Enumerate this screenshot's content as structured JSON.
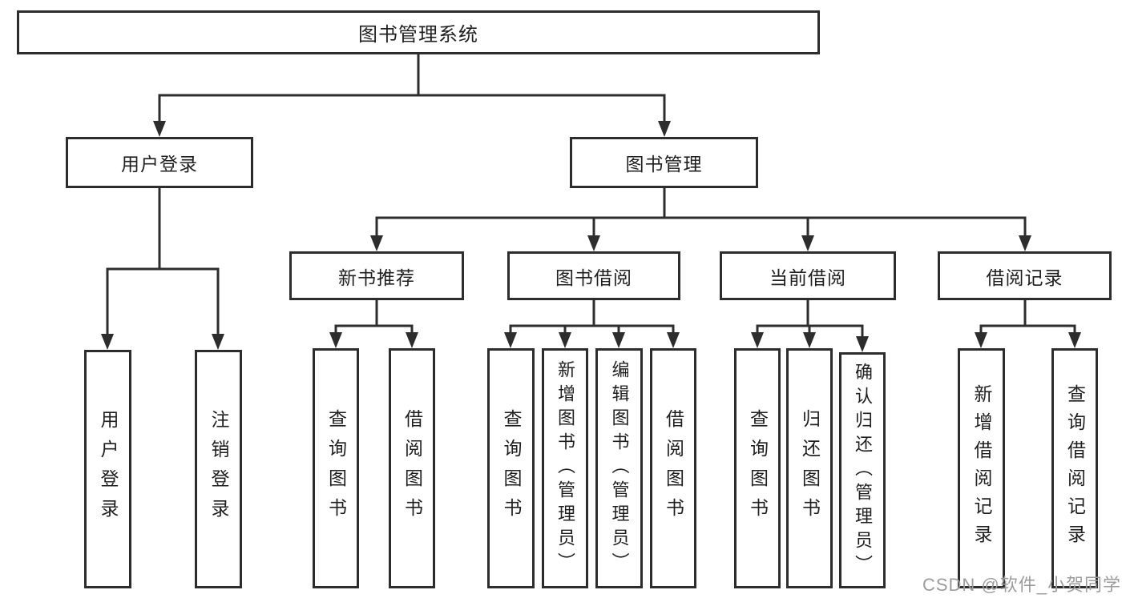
{
  "page": {
    "background_color": "#ffffff",
    "line_color": "#2d2d2d",
    "text_color": "#1f1f1f"
  },
  "watermark": {
    "text": "CSDN @软件_小贺同学",
    "color": "#9c9c9c"
  },
  "diagram": {
    "root": {
      "label": "图书管理系统"
    },
    "user_login_branch": {
      "label": "用户登录",
      "children": [
        {
          "label": "用户登录"
        },
        {
          "label": "注销登录"
        }
      ]
    },
    "book_management_branch": {
      "label": "图书管理",
      "sections": [
        {
          "label": "新书推荐",
          "children": [
            {
              "label": "查询图书"
            },
            {
              "label": "借阅图书"
            }
          ]
        },
        {
          "label": "图书借阅",
          "children": [
            {
              "label": "查询图书"
            },
            {
              "label": "新增图书（管理员）"
            },
            {
              "label": "编辑图书（管理员）"
            },
            {
              "label": "借阅图书"
            }
          ]
        },
        {
          "label": "当前借阅",
          "children": [
            {
              "label": "查询图书"
            },
            {
              "label": "归还图书"
            },
            {
              "label": "确认归还（管理员）"
            }
          ]
        },
        {
          "label": "借阅记录",
          "children": [
            {
              "label": "新增借阅记录"
            },
            {
              "label": "查询借阅记录"
            }
          ]
        }
      ]
    }
  }
}
